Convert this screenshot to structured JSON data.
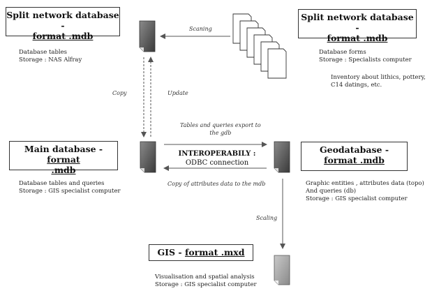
{
  "boxes": {
    "split_left": {
      "title": "Split network database -",
      "format": "format .mdb"
    },
    "split_right": {
      "title": "Split network database -",
      "format": "format .mdb"
    },
    "main": {
      "title": "Main database - ",
      "format_a": "format",
      "format_b": ".mdb"
    },
    "geo": {
      "title": "Geodatabase  -",
      "format": "format .mdb"
    },
    "gis": {
      "title": "GIS - ",
      "format": "format .mxd"
    }
  },
  "descriptions": {
    "split_left": [
      "Database tables",
      "Storage : NAS Alfray"
    ],
    "split_right": [
      "Database forms",
      "Storage : Specialists computer"
    ],
    "inventory": [
      "Inventory about lithics, pottery,",
      "C14 datings, etc."
    ],
    "main": [
      "Database tables and queries",
      "Storage : GIS specialist computer"
    ],
    "geo": [
      "Graphic entities , attributes data (topo)",
      "And queries (db)",
      "Storage : GIS specialist computer"
    ],
    "gis": [
      "Visualisation and spatial analysis",
      "Storage : GIS specialist computer"
    ]
  },
  "labels": {
    "scaning_top": "Scaning",
    "copy": "Copy",
    "update": "Update",
    "tables_export": [
      "Tables and queries export to",
      "the gdb"
    ],
    "copy_attributes": "Copy of attributes data to the mdb",
    "scaning_bottom": "Scaling"
  },
  "interop": [
    "INTEROPERABILY :",
    "ODBC connection"
  ]
}
